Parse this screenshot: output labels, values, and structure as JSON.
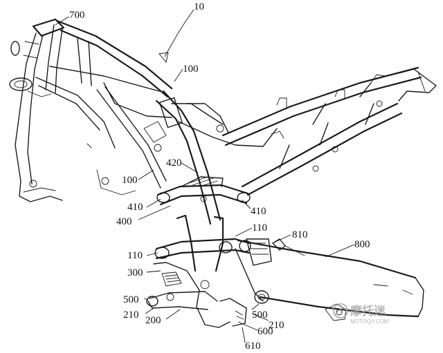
{
  "labels": {
    "l10": "10",
    "l700": "700",
    "l100a": "100",
    "l100b": "100",
    "l420": "420",
    "l410a": "410",
    "l410b": "410",
    "l400": "400",
    "l110a": "110",
    "l110b": "110",
    "l810": "810",
    "l800": "800",
    "l300": "300",
    "l500a": "500",
    "l500b": "500",
    "l210a": "210",
    "l210b": "210",
    "l200": "200",
    "l600": "600",
    "l610": "610"
  },
  "watermark": {
    "logo_text": "摩托迷",
    "site": "MOTOQY.COM"
  }
}
